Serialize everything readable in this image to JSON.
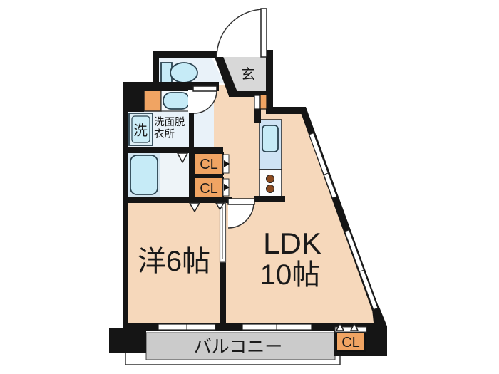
{
  "plan": {
    "type": "apartment-floorplan",
    "labels": {
      "entrance": "玄",
      "washroom_line1": "洗面脱",
      "washroom_line2": "衣所",
      "washer": "洗",
      "closet1": "CL",
      "closet2": "CL",
      "closet3": "CL",
      "western_room": "洋6帖",
      "ldk_line1": "LDK",
      "ldk_line2": "10帖",
      "balcony": "バルコニー"
    },
    "colors": {
      "floor": "#f6d8bb",
      "entrance_floor": "#d8d8d8",
      "balcony_floor": "#cbcbcb",
      "closet": "#f0a463",
      "wet_room": "#e9f2f9",
      "bath_left": "#d3e6f1",
      "bath_right": "#eef4f8",
      "vanity": "#f6fafc",
      "kitchen_counter": "#cfe3f4",
      "kitchen_lower": "#fcfdfe",
      "burner": "#8a4a20",
      "wall": "#151515"
    }
  }
}
